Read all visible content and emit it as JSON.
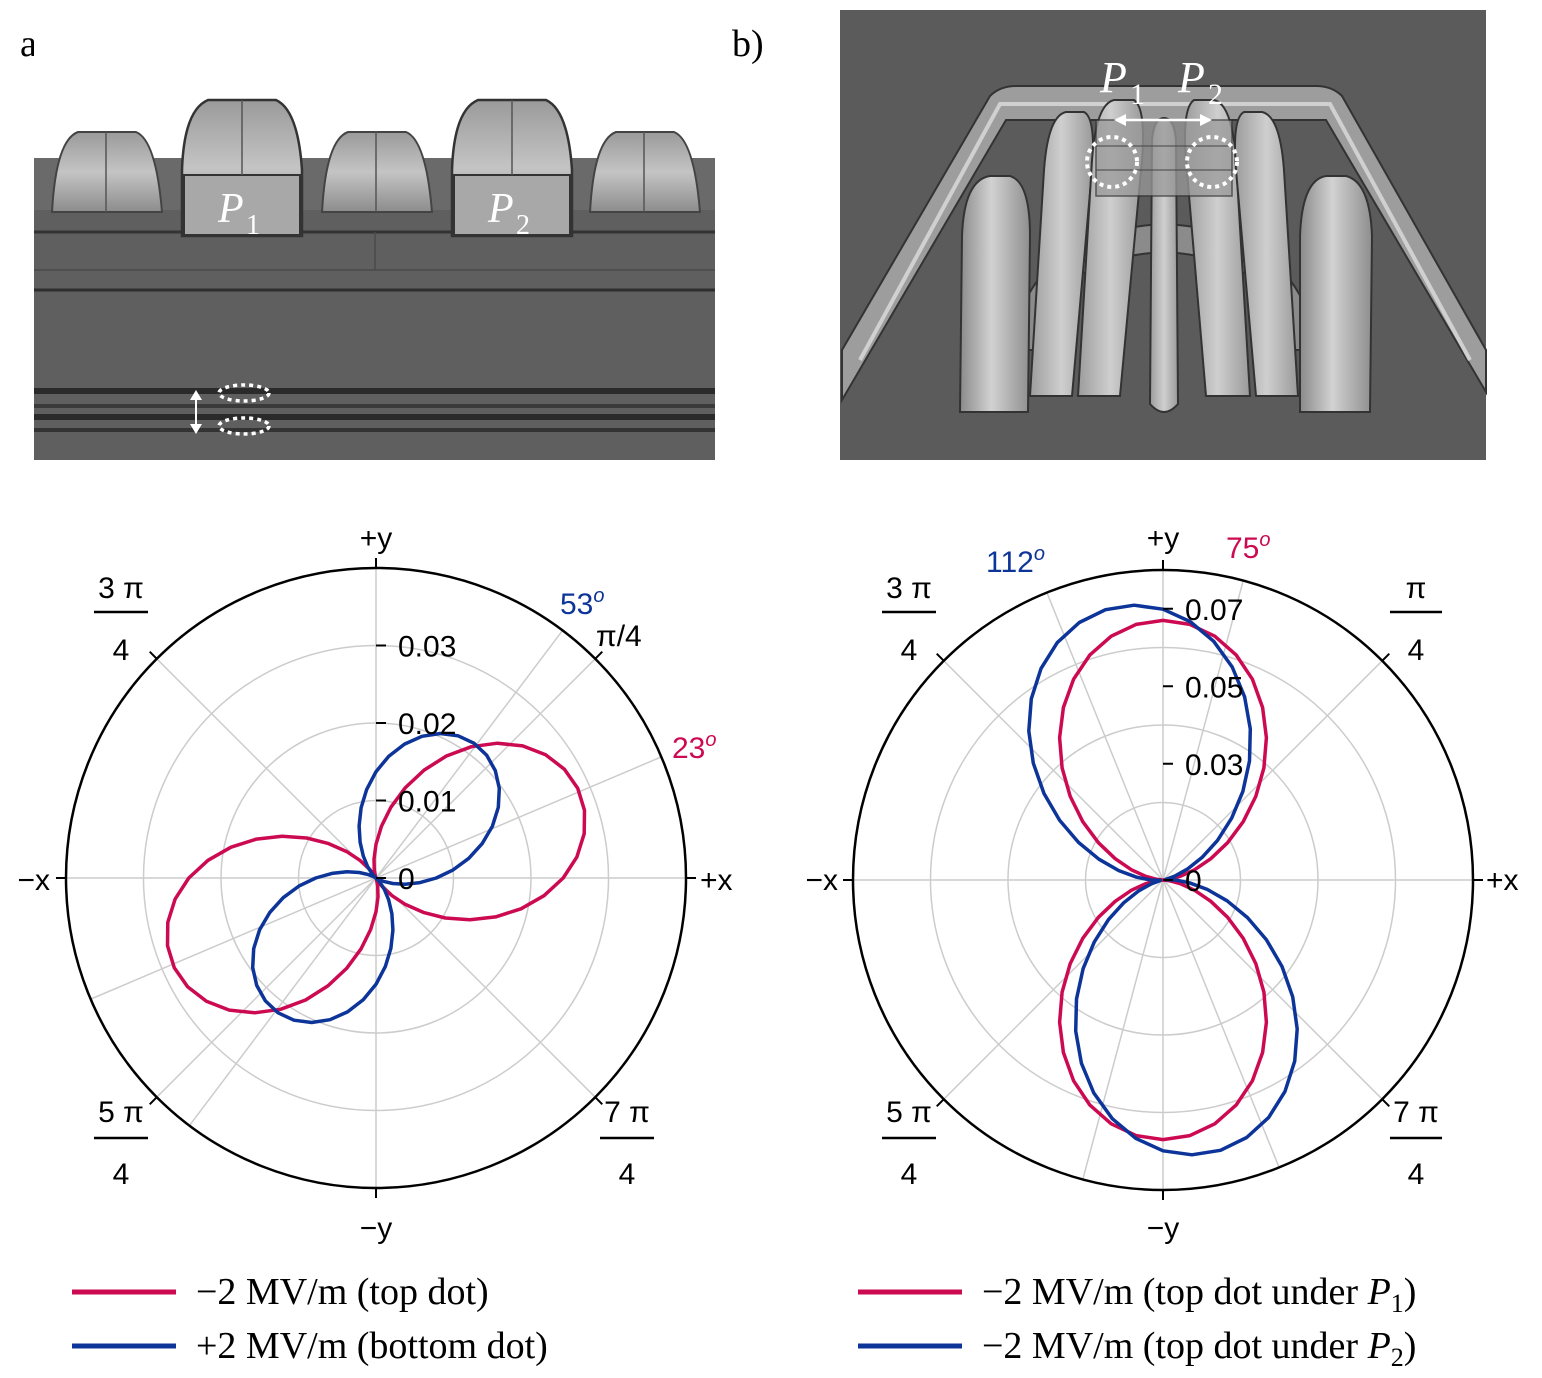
{
  "panel_labels": {
    "a": "a)",
    "b": "b)"
  },
  "render_a": {
    "labels": {
      "p1": {
        "base": "P",
        "sub": "1"
      },
      "p2": {
        "base": "P",
        "sub": "2"
      }
    }
  },
  "render_b": {
    "labels": {
      "p1": {
        "base": "P",
        "sub": "1"
      },
      "p2": {
        "base": "P",
        "sub": "2"
      }
    }
  },
  "chart_data": [
    {
      "type": "polar",
      "axis_labels": {
        "plus_y": "+y",
        "minus_y": "−y",
        "plus_x": "+x",
        "minus_x": "−x"
      },
      "angle_labels": [
        {
          "num": "3 π",
          "den": "4"
        },
        {
          "text": "π/4"
        },
        {
          "num": "5 π",
          "den": "4"
        },
        {
          "num": "7 π",
          "den": "4"
        }
      ],
      "r_ticks": [
        "0",
        "0.01",
        "0.02",
        "0.03"
      ],
      "rlim": [
        0,
        0.04
      ],
      "annotations": [
        {
          "text": "53",
          "sup": "o",
          "angle_deg": 53,
          "color": "#0d3499"
        },
        {
          "text": "23",
          "sup": "o",
          "angle_deg": 23,
          "color": "#cc0a52"
        }
      ],
      "series": [
        {
          "name_text": "−2 MV/m (top dot)",
          "color": "#cc0a52",
          "peak": 0.0285,
          "axis_deg": 23,
          "shape": "cos2"
        },
        {
          "name_text": "+2 MV/m (bottom dot)",
          "color": "#0d3499",
          "peak": 0.0215,
          "axis_deg": 53,
          "shape": "cos2"
        }
      ]
    },
    {
      "type": "polar",
      "axis_labels": {
        "plus_y": "+y",
        "minus_y": "−y",
        "plus_x": "+x",
        "minus_x": "−x"
      },
      "angle_labels": [
        {
          "num": "3 π",
          "den": "4"
        },
        {
          "num": "π",
          "den": "4"
        },
        {
          "num": "5 π",
          "den": "4"
        },
        {
          "num": "7 π",
          "den": "4"
        }
      ],
      "r_ticks": [
        "0",
        "0.03",
        "0.05",
        "0.07"
      ],
      "rlim": [
        0,
        0.08
      ],
      "annotations": [
        {
          "text": "112",
          "sup": "o",
          "angle_deg": 112,
          "color": "#0d3499"
        },
        {
          "text": "75",
          "sup": "o",
          "angle_deg": 75,
          "color": "#cc0a52"
        }
      ],
      "series": [
        {
          "name_base": "−2 MV/m (top dot under ",
          "name_var": "P",
          "name_sub": "1",
          "name_end": ")",
          "color": "#cc0a52",
          "peak": 0.067,
          "axis_deg": 90,
          "shape": "dipole"
        },
        {
          "name_base": "−2 MV/m (top dot under ",
          "name_var": "P",
          "name_sub": "2",
          "name_end": ")",
          "color": "#0d3499",
          "peak": 0.0715,
          "axis_deg": 99,
          "shape": "dipole"
        }
      ]
    }
  ]
}
